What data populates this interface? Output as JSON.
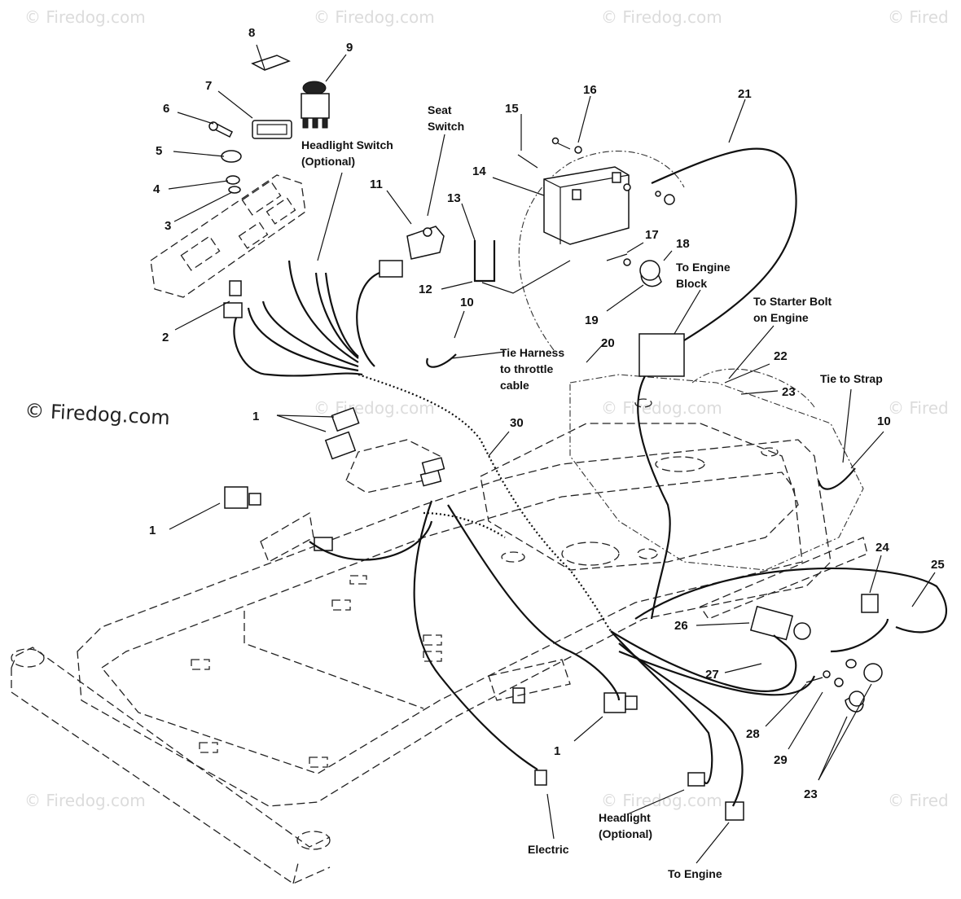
{
  "watermark": {
    "text": "© Firedog.com",
    "text_short": "© Fired"
  },
  "callouts": {
    "c1": "1",
    "c2": "2",
    "c3": "3",
    "c4": "4",
    "c5": "5",
    "c6": "6",
    "c7": "7",
    "c8": "8",
    "c9": "9",
    "c10": "10",
    "c11": "11",
    "c12": "12",
    "c13": "13",
    "c14": "14",
    "c15": "15",
    "c16": "16",
    "c17": "17",
    "c18": "18",
    "c19": "19",
    "c20": "20",
    "c21": "21",
    "c22": "22",
    "c23": "23",
    "c24": "24",
    "c25": "25",
    "c26": "26",
    "c27": "27",
    "c28": "28",
    "c29": "29",
    "c30": "30"
  },
  "labels": {
    "headlight_switch_1": "Headlight Switch",
    "headlight_switch_2": "(Optional)",
    "seat_switch_1": "Seat",
    "seat_switch_2": "Switch",
    "engine_block_1": "To Engine",
    "engine_block_2": "Block",
    "starter_bolt_1": "To Starter Bolt",
    "starter_bolt_2": "on Engine",
    "tie_harness_1": "Tie Harness",
    "tie_harness_2": "to throttle",
    "tie_harness_3": "cable",
    "tie_strap": "Tie to Strap",
    "headlight_1": "Headlight",
    "headlight_2": "(Optional)",
    "electric": "Electric",
    "to_engine": "To Engine"
  }
}
